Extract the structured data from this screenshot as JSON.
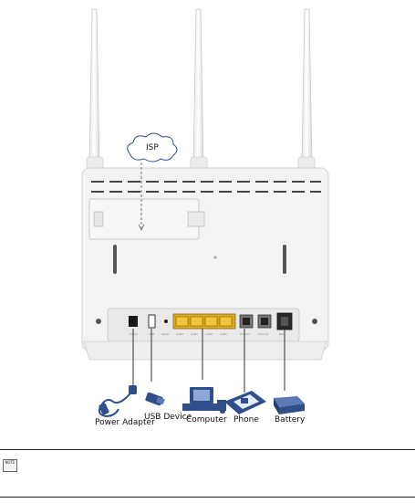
{
  "cloud": {
    "label": "ISP"
  },
  "devices": [
    {
      "name": "Power Adapter"
    },
    {
      "name": "USB Device"
    },
    {
      "name": "Computer"
    },
    {
      "name": "Phone"
    },
    {
      "name": "Battery"
    }
  ],
  "note": {
    "icon_text": "NOTE",
    "icon": "note-icon"
  },
  "colors": {
    "device_blue": "#2f4e8c",
    "router_body": "#f2f2f2",
    "lan_port": "#e5b62a"
  }
}
